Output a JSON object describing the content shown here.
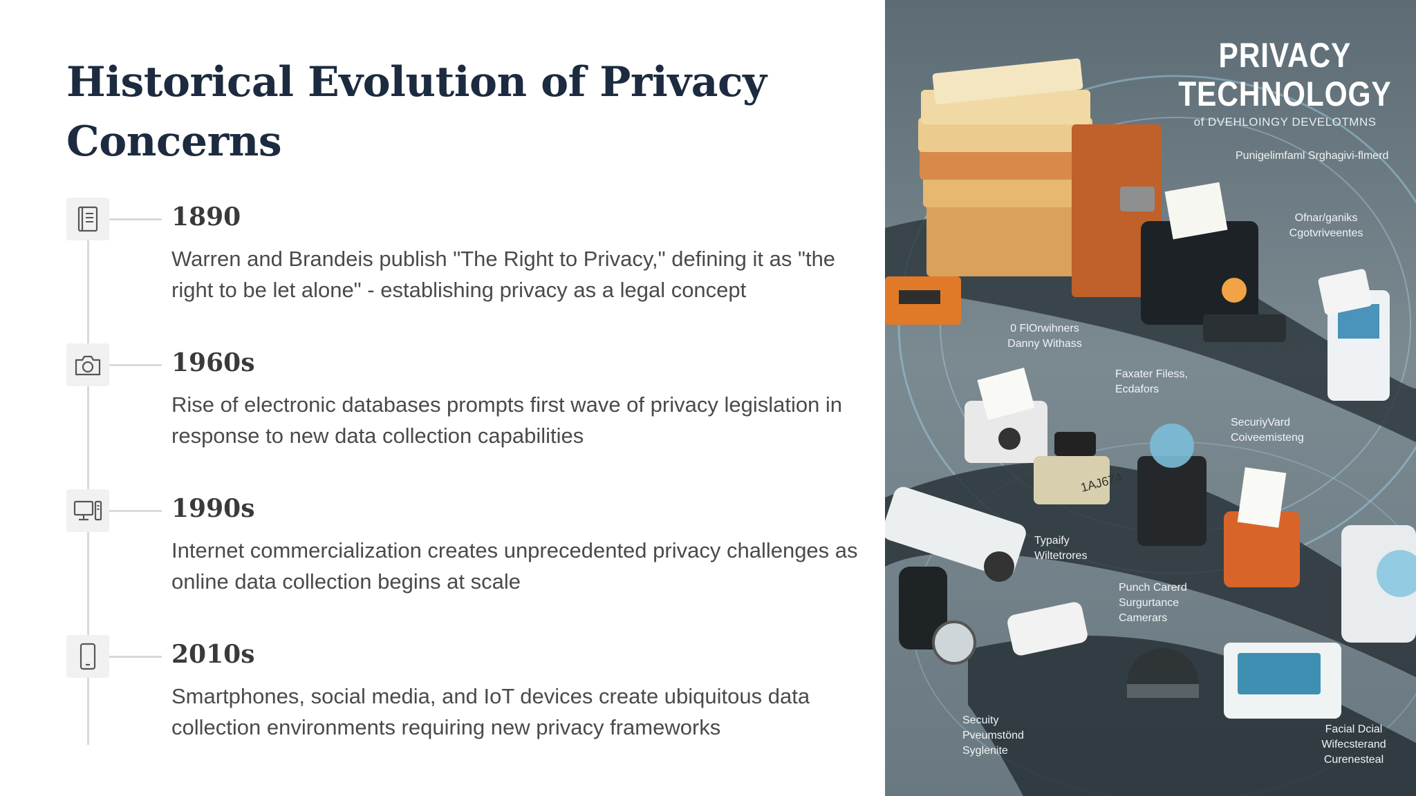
{
  "title": "Historical Evolution of Privacy Concerns",
  "timeline": [
    {
      "icon": "book-icon",
      "year": "1890",
      "description": "Warren and Brandeis publish \"The Right to Privacy,\" defining it as \"the right to be let alone\" - establishing privacy as a legal concept"
    },
    {
      "icon": "camera-icon",
      "year": "1960s",
      "description": "Rise of electronic databases prompts first wave of privacy legislation in response to new data collection capabilities"
    },
    {
      "icon": "computer-icon",
      "year": "1990s",
      "description": "Internet commercialization creates unprecedented privacy challenges as online data collection begins at scale"
    },
    {
      "icon": "smartphone-icon",
      "year": "2010s",
      "description": "Smartphones, social media, and IoT devices create ubiquitous data collection environments requiring new privacy frameworks"
    }
  ],
  "illustration": {
    "title_line1": "PRIVACY",
    "title_line2": "TECHNOLOGY",
    "subtitle": "of DVEHLOINGY DEVELOTMNS",
    "labels": [
      "Punigelimfaml Srghagivi-flmerd",
      "Ofnar/ganiks Cgotvriveentes",
      "0 FlOrwihners Danny Withass",
      "Faxater Filess, Ecdafors",
      "SecuriyVard Coiveemisteng",
      "Typaify Wiltetrores",
      "Punch Carerd Surgurtance Camerars",
      "Secuity Pveumstönd Syglenite",
      "Facial Dcial Wifecsterand Curenesteal",
      "1AJ674"
    ]
  },
  "colors": {
    "title": "#1c2b3f",
    "year": "#3a3a3a",
    "body_text": "#4a4a4a",
    "timeline_line": "#d9d9d9",
    "icon_background": "#f1f1f1",
    "illustration_background": "#6a7981"
  }
}
